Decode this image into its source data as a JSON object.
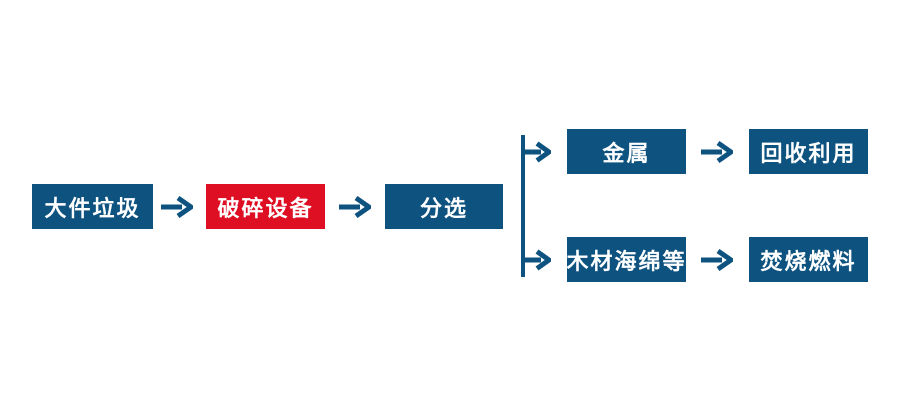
{
  "diagram": {
    "title": "bulky-waste-processing-flow",
    "colors": {
      "background": "#ffffff",
      "primary_blue": "#0e5380",
      "accent_red": "#de0e23",
      "text": "#ffffff"
    },
    "nodes": {
      "bulky_waste": {
        "label": "大件垃圾",
        "color": "#0e5380"
      },
      "crushing_equipment": {
        "label": "破碎设备",
        "color": "#de0e23"
      },
      "sorting": {
        "label": "分选",
        "color": "#0e5380"
      },
      "metal": {
        "label": "金属",
        "color": "#0e5380"
      },
      "wood_sponge_etc": {
        "label": "木材海绵等",
        "color": "#0e5380"
      },
      "recycling": {
        "label": "回收利用",
        "color": "#0e5380"
      },
      "incineration_fuel": {
        "label": "焚烧燃料",
        "color": "#0e5380"
      }
    },
    "edges": [
      {
        "from": "bulky_waste",
        "to": "crushing_equipment"
      },
      {
        "from": "crushing_equipment",
        "to": "sorting"
      },
      {
        "from": "sorting",
        "to": "metal"
      },
      {
        "from": "sorting",
        "to": "wood_sponge_etc"
      },
      {
        "from": "metal",
        "to": "recycling"
      },
      {
        "from": "wood_sponge_etc",
        "to": "incineration_fuel"
      }
    ]
  }
}
